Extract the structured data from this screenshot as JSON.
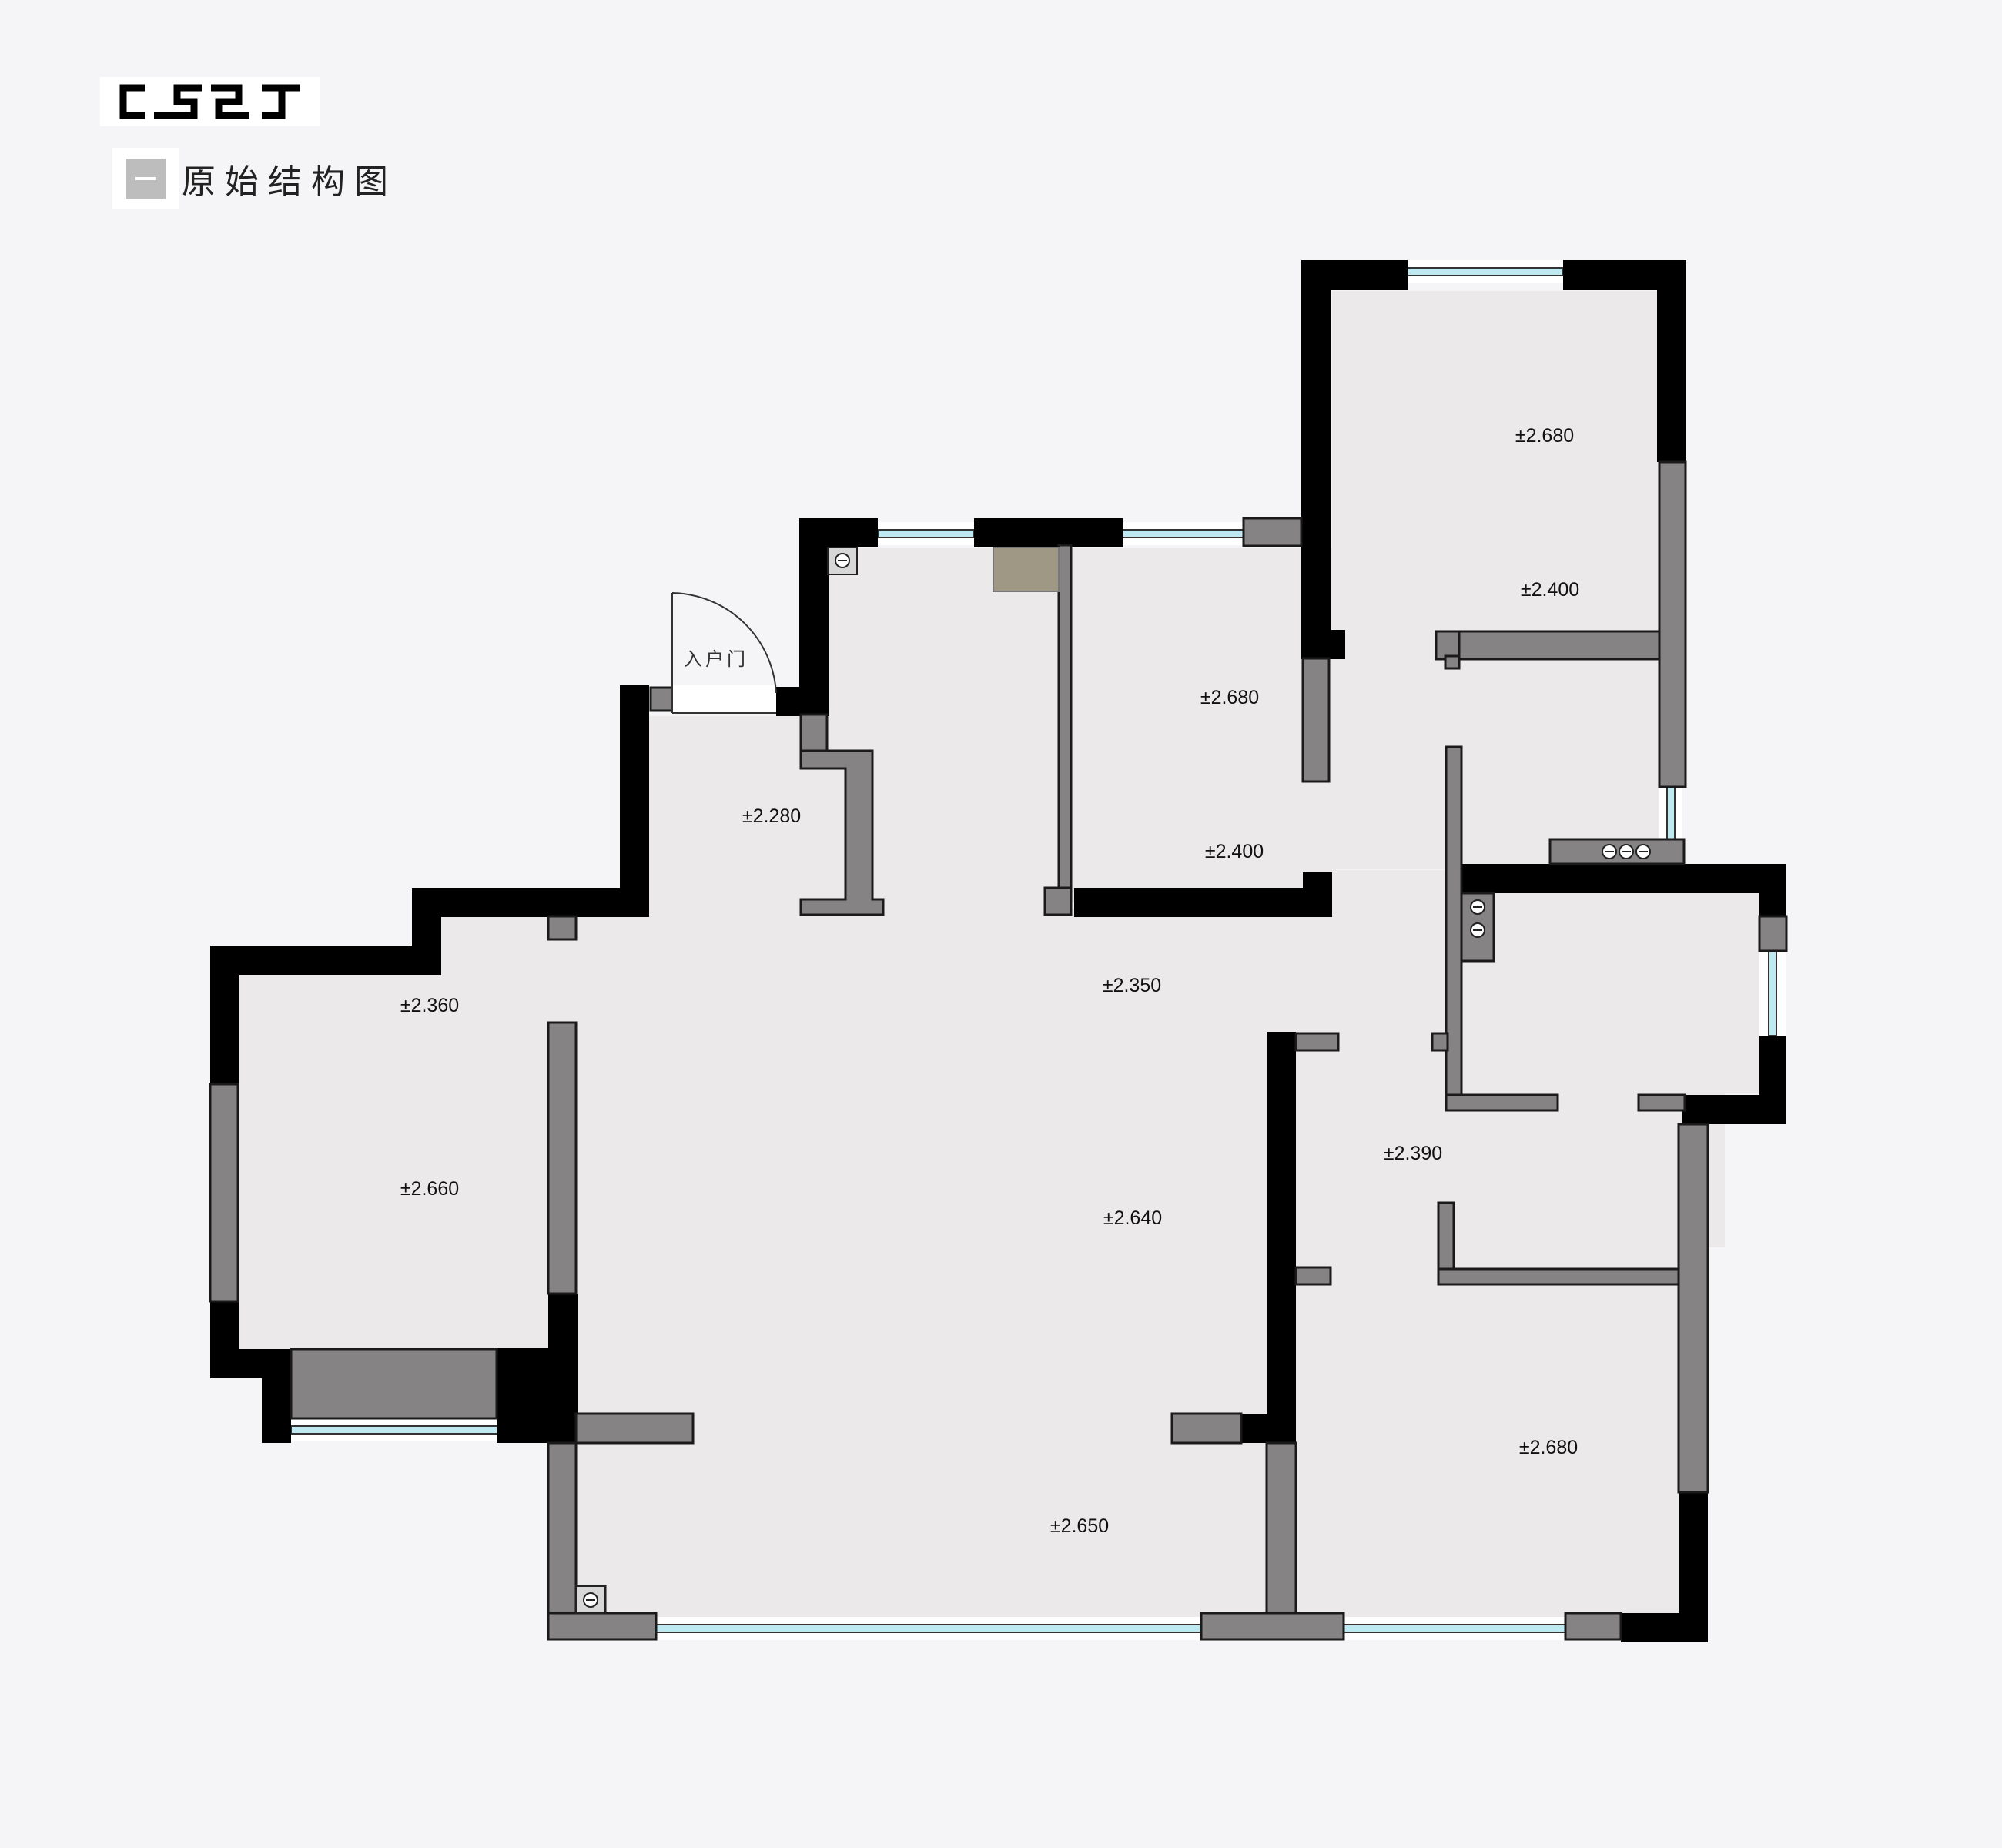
{
  "header": {
    "logo_text": "CSZT",
    "title": "原始结构图"
  },
  "plan": {
    "entrance_label": "入户门",
    "levels": [
      "±2.680",
      "±2.400",
      "±2.680",
      "±2.400",
      "±2.280",
      "±2.350",
      "±2.360",
      "±2.660",
      "±2.640",
      "±2.390",
      "±2.680",
      "±2.650"
    ]
  },
  "colors": {
    "background": "#f5f5f7",
    "floor": "#ebe9ea",
    "structural_wall": "#000000",
    "partition_wall": "#858383",
    "window_glass": "#bfe9f1",
    "shaft": "#9e9885"
  }
}
